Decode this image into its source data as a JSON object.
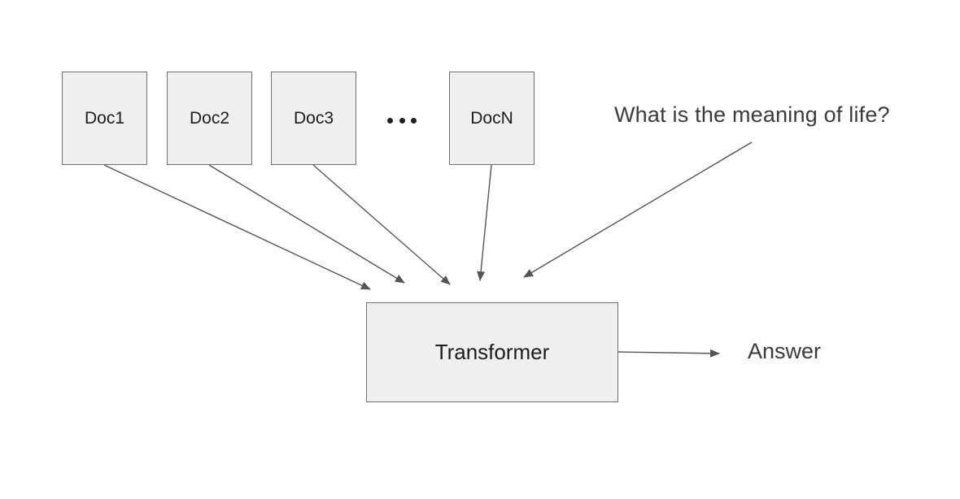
{
  "diagram": {
    "documents": [
      {
        "label": "Doc1"
      },
      {
        "label": "Doc2"
      },
      {
        "label": "Doc3"
      },
      {
        "label": "DocN"
      }
    ],
    "ellipsis_icon": "ellipsis-icon",
    "question": "What is the meaning of life?",
    "model": "Transformer",
    "output": "Answer",
    "colors": {
      "box_fill": "#efefef",
      "box_border": "#6f6f6f",
      "arrow": "#555555",
      "text": "#1d1d1d"
    }
  }
}
